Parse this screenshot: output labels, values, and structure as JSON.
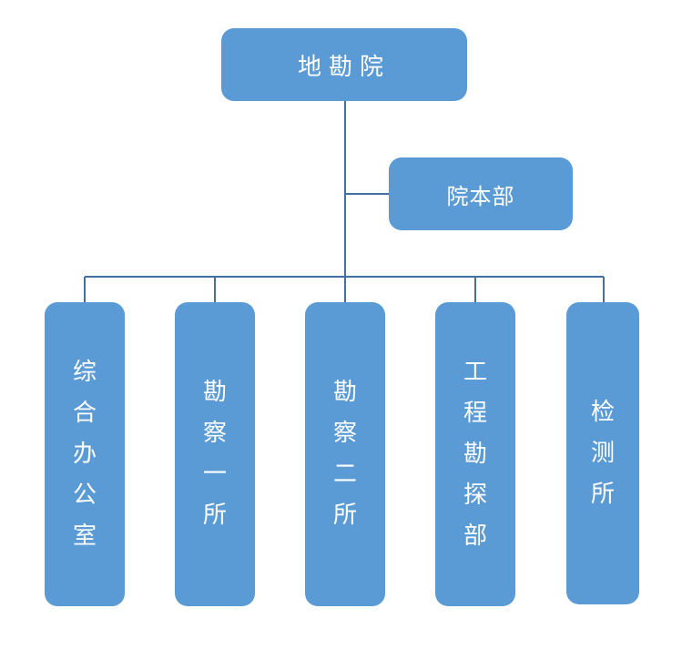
{
  "colors": {
    "box_fill": "#5b9bd5",
    "text": "#ffffff",
    "connector": "#41719c",
    "background": "#ffffff"
  },
  "root": {
    "label": "地勘院"
  },
  "headquarters": {
    "label": "院本部"
  },
  "departments": [
    {
      "label": "综合办公室"
    },
    {
      "label": "勘察一所"
    },
    {
      "label": "勘察二所"
    },
    {
      "label": "工程勘探部"
    },
    {
      "label": "检测所"
    }
  ]
}
